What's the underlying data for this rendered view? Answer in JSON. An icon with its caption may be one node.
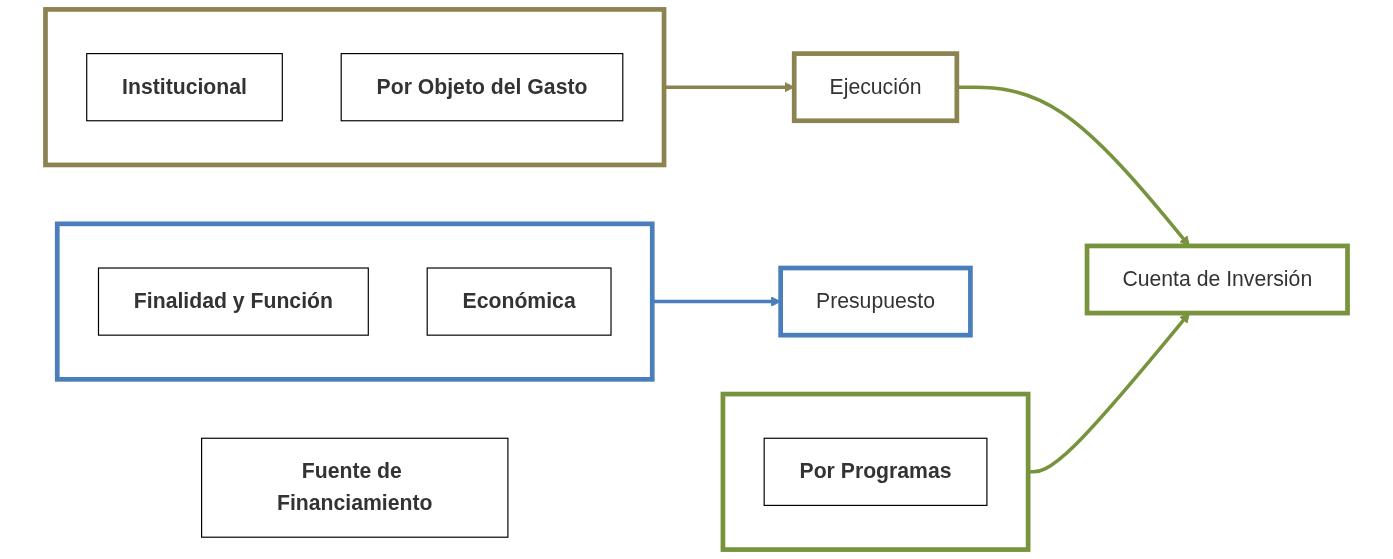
{
  "diagram": {
    "nodes": [
      {
        "text": [],
        "shape": "box"
      },
      {
        "text": [
          "Finalidad y Función"
        ],
        "in": 0
      },
      {
        "text": [
          "Económica"
        ],
        "in": 0
      },
      {
        "text": [],
        "shape": "box"
      },
      {
        "text": [
          "Institucional"
        ],
        "in": 3
      },
      {
        "text": [
          "Por Objeto del Gasto"
        ],
        "in": 3
      },
      {
        "text": [
          "Fuente de Financiamiento"
        ]
      },
      {
        "text": [],
        "shape": "box"
      },
      {
        "text": [
          "Por Programas"
        ],
        "in": 7
      },
      {
        "text": [
          "Presupuesto"
        ]
      },
      {
        "text": [
          "Ejecución"
        ]
      },
      {
        "text": [
          "Cuenta de Inversión"
        ]
      }
    ],
    "edges": [
      {
        "from": 0,
        "to": 9,
        "arrow": "to",
        "color": "#4a7ebb"
      },
      {
        "from": 3,
        "to": 10,
        "arrow": "to",
        "color": "#8c8450"
      },
      {
        "from": 10,
        "to": 11,
        "arrow": "to",
        "color": "#77933c"
      },
      {
        "from": 7,
        "to": 11,
        "arrow": "to",
        "color": "#77933c"
      }
    ]
  }
}
